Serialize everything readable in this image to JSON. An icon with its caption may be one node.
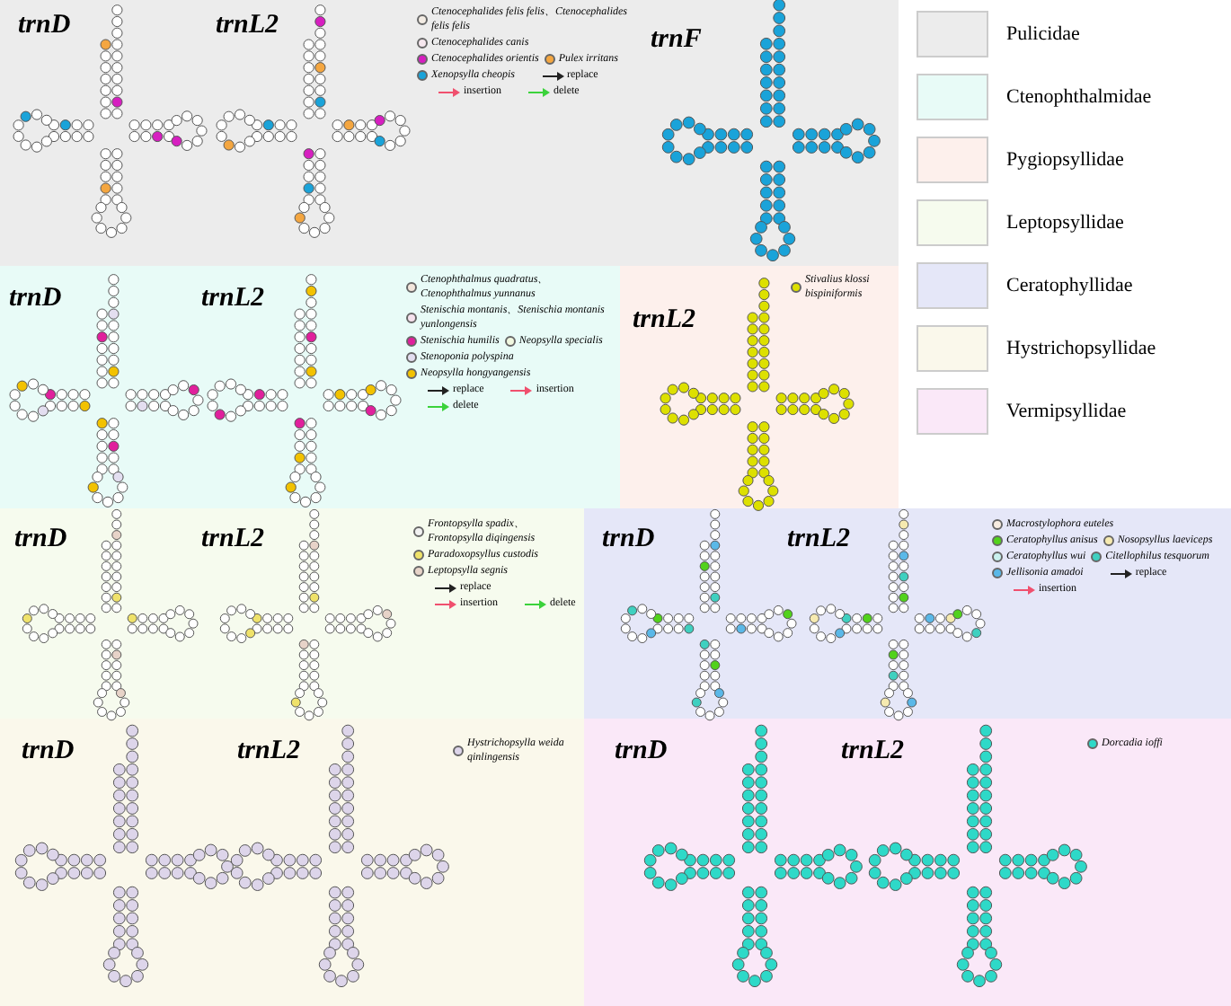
{
  "diagram": {
    "labels": [
      "trnD",
      "trnL2",
      "trnF",
      "Ctenocephalides felis felis、Ctenocephalides felis felis",
      "Ctenocephalides canis",
      "Ctenocephalides orientis",
      "Pulex irritans",
      "Xenopsylla cheopis",
      "replace",
      "insertion",
      "delete",
      "trnD",
      "trnL2",
      "Ctenophthalmus quadratus、Ctenophthalmus yunnanus",
      "Stenischia montanis、Stenischia montanis yunlongensis",
      "Stenischia humilis",
      "Neopsylla specialis",
      "Stenoponia polyspina",
      "Neopsylla hongyangensis",
      "replace",
      "insertion",
      "delete",
      "trnL2",
      "Stivalius klossi bispiniformis",
      "trnD",
      "trnL2",
      "Frontopsylla spadix、Frontopsylla diqingensis",
      "Paradoxopsyllus custodis",
      "Leptopsylla segnis",
      "replace",
      "insertion",
      "delete",
      "trnD",
      "trnL2",
      "Macrostylophora euteles",
      "Ceratophyllus anisus",
      "Nosopsyllus laeviceps",
      "Ceratophyllus wui",
      "Citellophilus tesquorum",
      "Jellisonia amadoi",
      "replace",
      "insertion",
      "trnD",
      "trnL2",
      "Hystrichopsylla weida qinlingensis",
      "trnD",
      "trnL2",
      "Dorcadia ioffi"
    ],
    "legend": [
      {
        "text": "Pulicidae",
        "color": "#ececec"
      },
      {
        "text": "Ctenophthalmidae",
        "color": "#e8fbf7"
      },
      {
        "text": "Pygiopsyllidae",
        "color": "#fdf0ec"
      },
      {
        "text": "Leptopsyllidae",
        "color": "#f6fbee"
      },
      {
        "text": "Ceratophyllidae",
        "color": "#e5e7f8"
      },
      {
        "text": "Hystrichopsyllidae",
        "color": "#faf8eb"
      },
      {
        "text": "Vermipsyllidae",
        "color": "#fae8f8"
      }
    ]
  }
}
